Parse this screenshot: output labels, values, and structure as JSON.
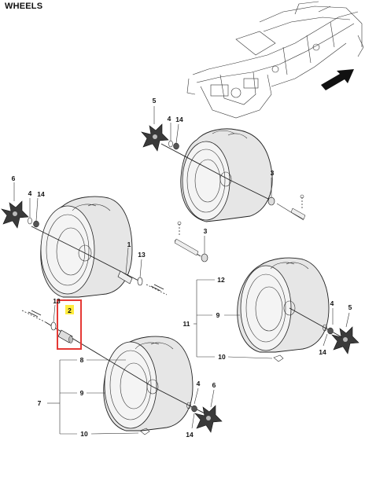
{
  "title": "WHEELS",
  "highlight_color": "#ffec3d",
  "box_color": "#e53935",
  "highlighted_part": "2",
  "callouts": {
    "c5_top": "5",
    "c4_top": "4",
    "c14_top": "14",
    "c3_upper": "3",
    "c6_left": "6",
    "c4_left": "4",
    "c14_left": "14",
    "c1": "1",
    "c13_mid": "13",
    "c3_mid": "3",
    "c12": "12",
    "c11": "11",
    "c9_right": "9",
    "c4_right": "4",
    "c5_right": "5",
    "c14_right": "14",
    "c10_right": "10",
    "c13_left": "13",
    "c2": "2",
    "c8": "8",
    "c9_left": "9",
    "c7": "7",
    "c4_bottom": "4",
    "c6_bottom": "6",
    "c10_bottom": "10",
    "c14_bottom": "14"
  }
}
